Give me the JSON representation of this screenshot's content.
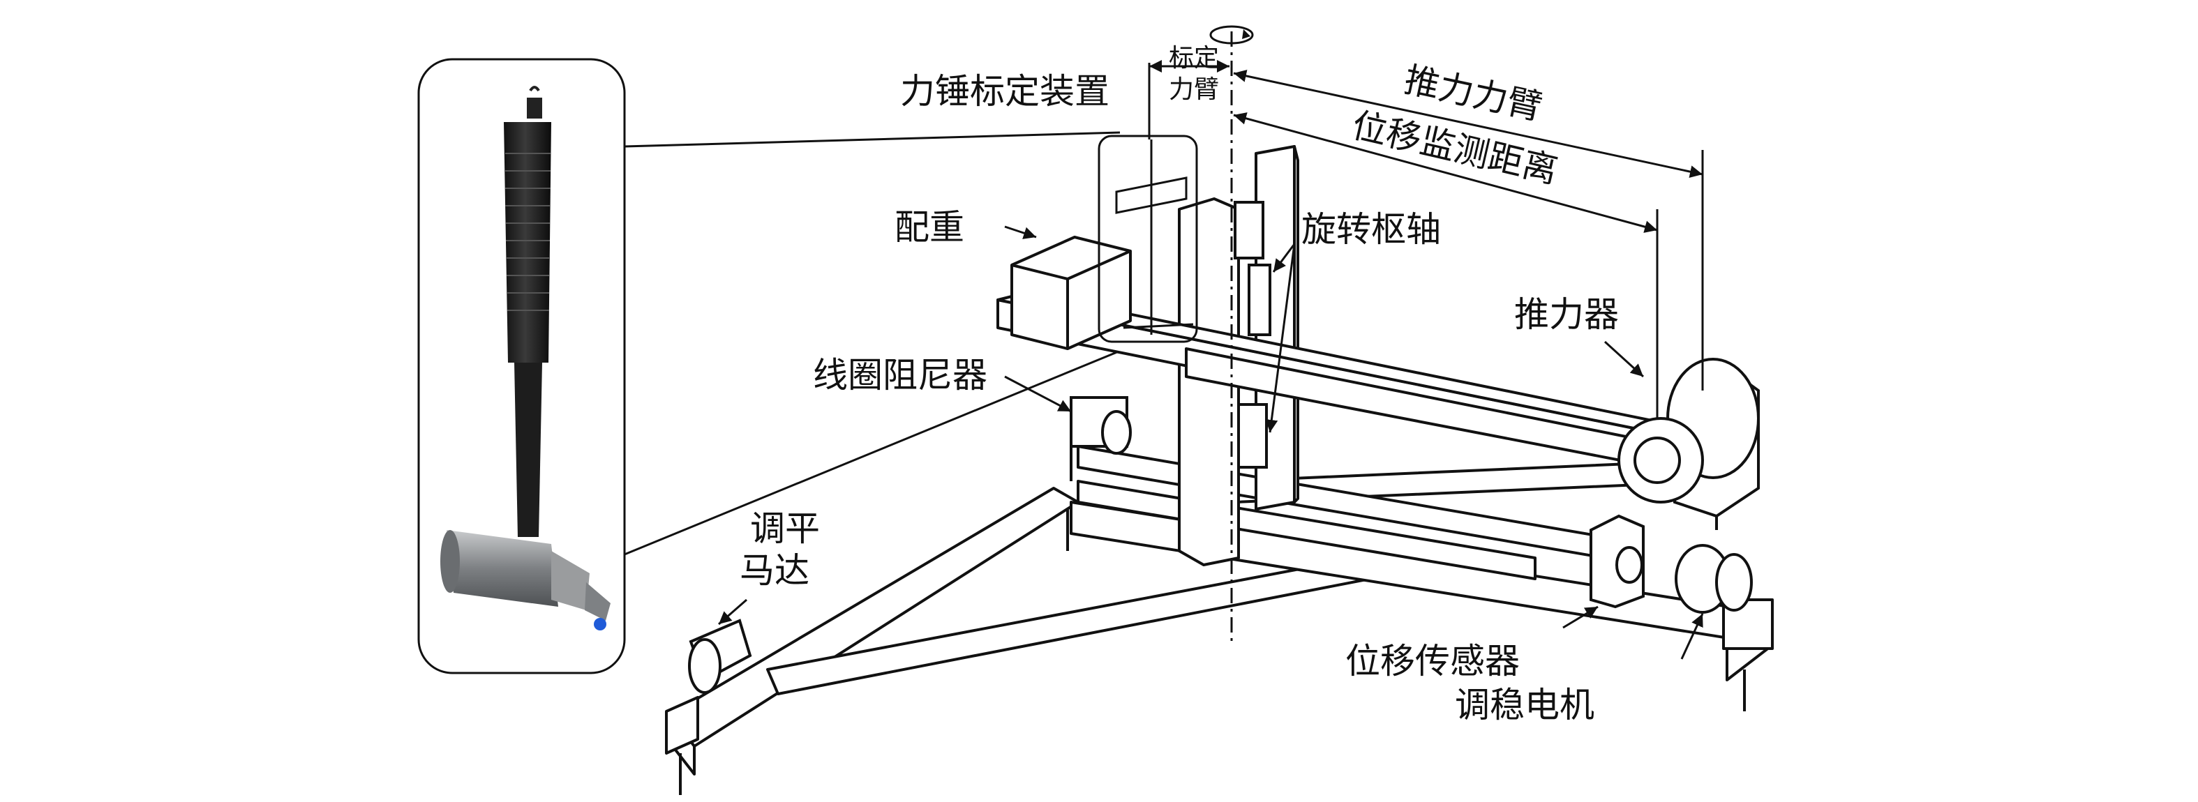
{
  "labels": {
    "hammer_calib": "力锤标定装置",
    "calib_arm_1": "标定",
    "calib_arm_2": "力臂",
    "thrust_arm": "推力力臂",
    "disp_distance": "位移监测距离",
    "counterweight": "配重",
    "pivot": "旋转枢轴",
    "thruster": "推力器",
    "coil_damper": "线圈阻尼器",
    "level_motor_1": "调平",
    "level_motor_2": "马达",
    "disp_sensor": "位移传感器",
    "stab_motor": "调稳电机"
  },
  "colors": {
    "line": "#111111",
    "hammer_body": "#2a2a2a",
    "hammer_metal": "#8f9193",
    "hammer_tip": "#1f5bd8"
  }
}
